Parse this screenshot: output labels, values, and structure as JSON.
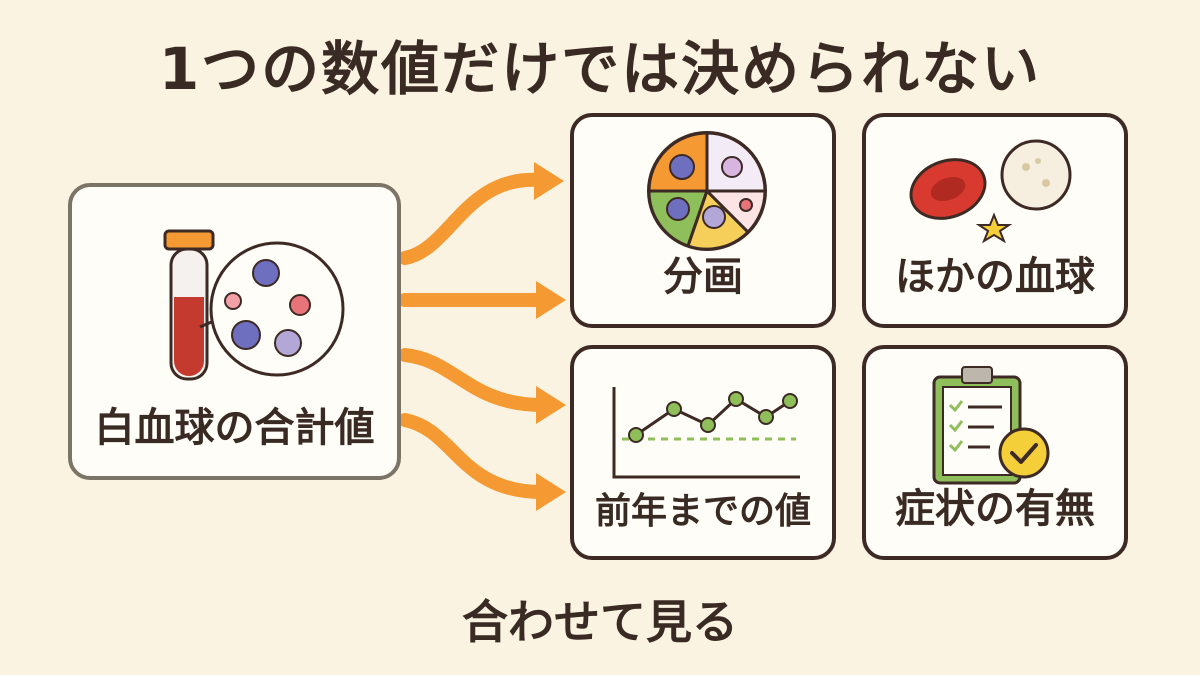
{
  "title": "1つの数値だけでは決められない",
  "source": {
    "label": "白血球の合計値"
  },
  "targets": [
    {
      "label": "分画"
    },
    {
      "label": "ほかの血球"
    },
    {
      "label": "前年までの値"
    },
    {
      "label": "症状の有無"
    }
  ],
  "footer": "合わせて見る",
  "colors": {
    "background": "#fbf3e2",
    "arrow": "#f59a33",
    "card_border": "#3e2a25",
    "source_border": "#7b7467"
  },
  "icons": {
    "source": "blood-test-tube-icon",
    "target_0": "differential-pie-icon",
    "target_1": "blood-cells-icon",
    "target_2": "trend-line-icon",
    "target_3": "symptom-checklist-icon"
  }
}
